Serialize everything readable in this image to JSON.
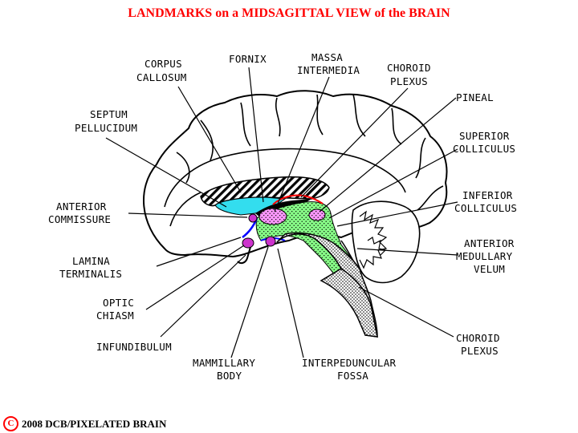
{
  "title": "LANDMARKS on a MIDSAGITTAL VIEW of the BRAIN",
  "labels": {
    "corpus_callosum": [
      "CORPUS",
      "CALLOSUM"
    ],
    "fornix": [
      "FORNIX"
    ],
    "massa_intermedia": [
      "MASSA",
      "INTERMEDIA"
    ],
    "choroid_plexus_top": [
      "CHOROID",
      "PLEXUS"
    ],
    "pineal": [
      "PINEAL"
    ],
    "septum_pellucidum": [
      "SEPTUM",
      "PELLUCIDUM"
    ],
    "superior_colliculus": [
      "SUPERIOR",
      "COLLICULUS"
    ],
    "anterior_commissure": [
      "ANTERIOR",
      "COMMISSURE"
    ],
    "inferior_colliculus": [
      "INFERIOR",
      "COLLICULUS"
    ],
    "lamina_terminalis": [
      "LAMINA",
      "TERMINALIS"
    ],
    "anterior_medullary_velum": [
      "ANTERIOR",
      "MEDULLARY",
      "VELUM"
    ],
    "optic_chiasm": [
      "OPTIC",
      "CHIASM"
    ],
    "infundibulum": [
      "INFUNDIBULUM"
    ],
    "mammillary_body": [
      "MAMMILLARY",
      "BODY"
    ],
    "interpeduncular_fossa": [
      "INTERPEDUNCULAR",
      "FOSSA"
    ],
    "choroid_plexus_bottom": [
      "CHOROID",
      "PLEXUS"
    ]
  },
  "copyright": {
    "symbol": "C",
    "text": "2008  DCB/PIXELATED BRAIN"
  },
  "colors": {
    "title": "#ff0000",
    "septum": "#33ddee",
    "ventricle": "#88ff88",
    "purple": "#cc33cc",
    "pink": "#ff99ff",
    "blue": "#0000ff",
    "red": "#ff0000"
  }
}
